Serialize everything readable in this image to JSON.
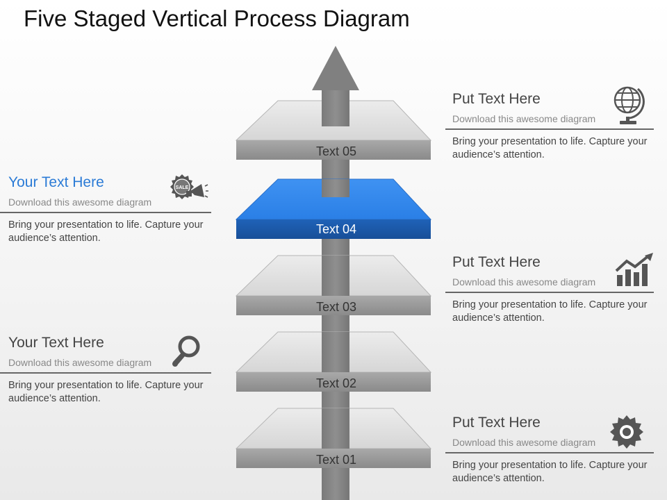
{
  "title": "Five Staged Vertical Process Diagram",
  "accent_color": "#2b7bd6",
  "active_step_color": "#2e86f0",
  "steps": [
    {
      "label": "Text 01"
    },
    {
      "label": "Text 02"
    },
    {
      "label": "Text 03"
    },
    {
      "label": "Text 04",
      "active": true
    },
    {
      "label": "Text 05"
    }
  ],
  "left_blocks": [
    {
      "heading": "Your Text Here",
      "sub": "Download this awesome diagram",
      "body": "Bring your presentation to life. Capture your audience’s attention.",
      "icon": "sale-megaphone-icon"
    },
    {
      "heading": "Your Text Here",
      "sub": "Download this awesome diagram",
      "body": "Bring your presentation to life. Capture your audience’s attention.",
      "icon": "magnifier-icon"
    }
  ],
  "right_blocks": [
    {
      "heading": "Put Text Here",
      "sub": "Download this awesome diagram",
      "body": "Bring your presentation to life. Capture your audience’s attention.",
      "icon": "globe-icon"
    },
    {
      "heading": "Put Text Here",
      "sub": "Download this awesome diagram",
      "body": "Bring your presentation to life. Capture your audience’s attention.",
      "icon": "growth-chart-icon"
    },
    {
      "heading": "Put Text Here",
      "sub": "Download this awesome diagram",
      "body": "Bring your presentation to life. Capture your audience’s attention.",
      "icon": "gear-icon"
    }
  ],
  "sale_badge_text": "SALE"
}
